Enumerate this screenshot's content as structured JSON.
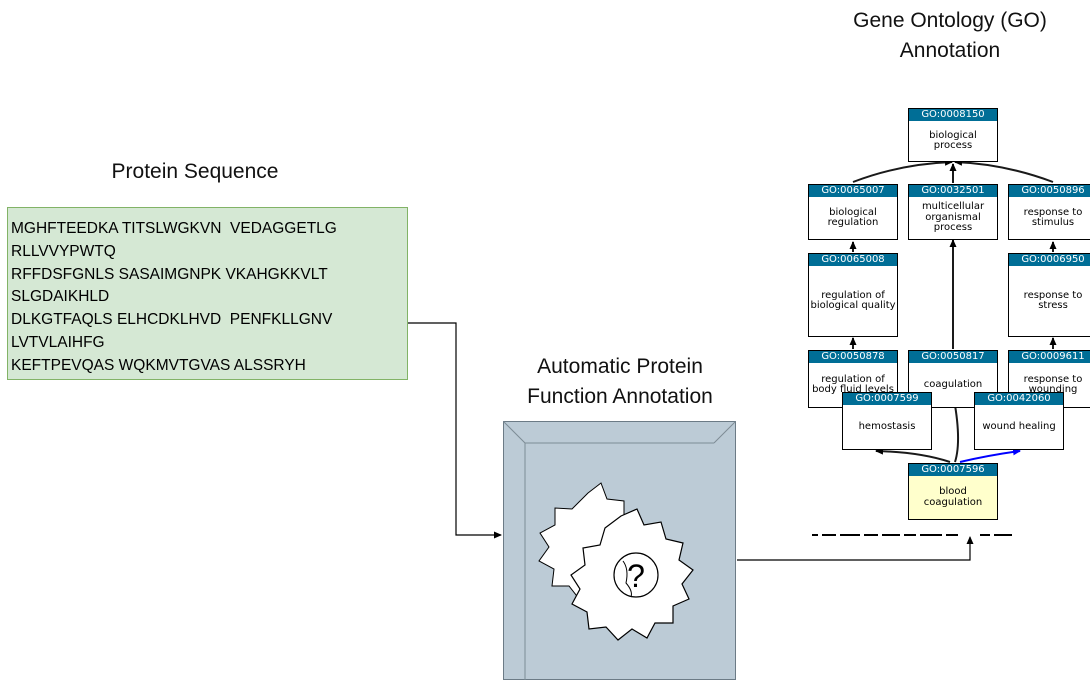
{
  "titles": {
    "protein_sequence": "Protein Sequence",
    "automatic_annotation_1": "Automatic Protein",
    "automatic_annotation_2": "Function Annotation",
    "go_annotation_1": "Gene Ontology (GO)",
    "go_annotation_2": "Annotation"
  },
  "sequence_lines": [
    "MGHFTEEDKA TITSLWGKVN  VEDAGGETLG",
    "RLLVVYPWTQ",
    "RFFDSFGNLS SASAIMGNPK VKAHGKKVLT",
    "SLGDAIKHLD",
    "DLKGTFAQLS ELHCDKLHVD  PENFKLLGNV",
    "LVTVLAIHFG",
    "KEFTPEVQAS WQKMVTGVAS ALSSRYH"
  ],
  "engine": {
    "symbol": "?"
  },
  "go_nodes": {
    "bp": {
      "id": "GO:0008150",
      "label": "biological process"
    },
    "biological_regulation": {
      "id": "GO:0065007",
      "label": "biological regulation"
    },
    "multicellular": {
      "id": "GO:0032501",
      "label": "multicellular organismal process"
    },
    "response_stimulus": {
      "id": "GO:0050896",
      "label": "response to stimulus"
    },
    "reg_bio_quality": {
      "id": "GO:0065008",
      "label": "regulation of biological quality"
    },
    "response_stress": {
      "id": "GO:0006950",
      "label": "response to stress"
    },
    "reg_body_fluid": {
      "id": "GO:0050878",
      "label": "regulation of body fluid levels"
    },
    "coagulation": {
      "id": "GO:0050817",
      "label": "coagulation"
    },
    "response_wounding": {
      "id": "GO:0009611",
      "label": "response to wounding"
    },
    "hemostasis": {
      "id": "GO:0007599",
      "label": "hemostasis"
    },
    "wound_healing": {
      "id": "GO:0042060",
      "label": "wound healing"
    },
    "blood_coagulation": {
      "id": "GO:0007596",
      "label": "blood coagulation"
    }
  },
  "colors": {
    "sequence_fill": "#d5e8d4",
    "sequence_border": "#82b366",
    "engine_fill": "#bccbd6",
    "go_id_bar": "#006e96",
    "highlight_node": "#ffffcc",
    "regulates_edge": "#0000ff"
  }
}
